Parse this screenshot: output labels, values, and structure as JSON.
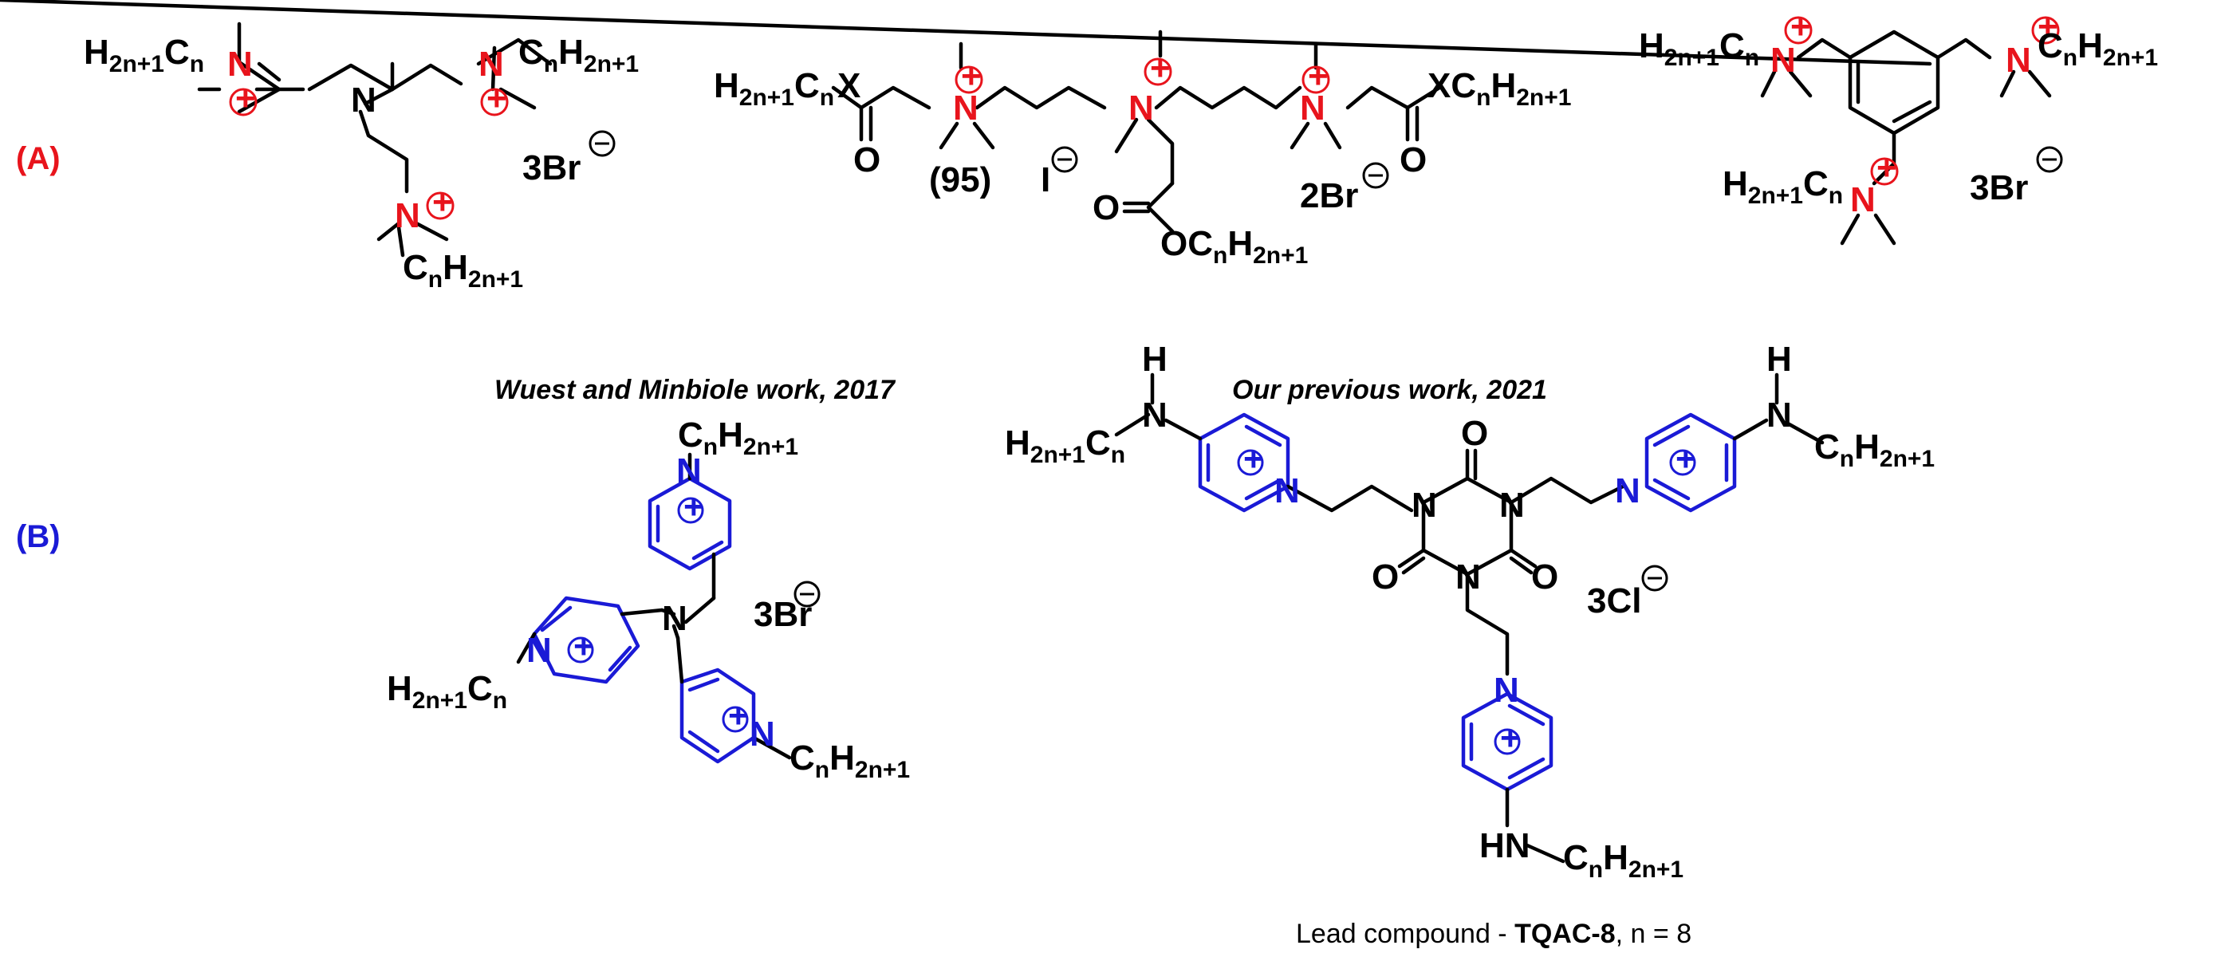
{
  "panel_labels": {
    "a": "(A)",
    "b": "(B)"
  },
  "colors": {
    "cationic_nitrogen": "#e8141c",
    "pyridinium": "#1a1ad6",
    "bond": "#000000",
    "panel_a_label": "#e8141c",
    "panel_b_label": "#1a1ad6"
  },
  "labels": {
    "alkyl_left": "H",
    "alkyl_left_sub": "2n+1",
    "alkyl_left_c": "C",
    "alkyl_left_csub": "n",
    "alkyl_right": "C",
    "alkyl_right_sub": "n",
    "alkyl_right_h": "H",
    "alkyl_right_hsub": "2n+1",
    "nitrogen": "N",
    "hydrogen": "H",
    "oxygen": "O",
    "x_atom": "X",
    "nh": "HN",
    "o_cn": "OC"
  },
  "counterions": {
    "a1": "3Br",
    "a2_iodide": "I",
    "a2_bromide": "2Br",
    "a3": "3Br",
    "b1": "3Br",
    "b2": "3Cl"
  },
  "compound_number": "(95)",
  "captions": {
    "prior_art": "Wuest and Minbiole work, 2017",
    "previous_work": "Our previous work, 2021"
  },
  "footer": {
    "prefix": "Lead compound - ",
    "compound": "TQAC-8",
    "suffix": ", n = 8"
  }
}
